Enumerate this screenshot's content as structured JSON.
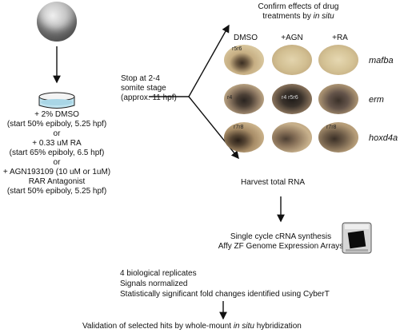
{
  "confirm_title_line1": "Confirm effects of drug",
  "confirm_title_line2_prefix": "treatments by ",
  "confirm_title_line2_italic": "in situ",
  "stop_line1": "Stop at 2-4",
  "stop_line2": "somite stage",
  "stop_line3": "(approx. 11 hpf)",
  "col_headers": [
    "DMSO",
    "+AGN",
    "+RA"
  ],
  "row_genes": [
    "mafba",
    "erm",
    "hoxd4a"
  ],
  "embryo_labels": {
    "r0c0": "r5r6",
    "r1c0": "r4",
    "r1c1": "r4  r5r6",
    "r2c0": "r7r8",
    "r2c2": "r7r8"
  },
  "treat_lines": [
    "+ 2% DMSO",
    "(start 50% epiboly, 5.25 hpf)",
    "or",
    "+ 0.33 uM RA",
    "(start 65% epiboly, 6.5 hpf)",
    "or",
    "+ AGN193109 (10 uM or 1uM)",
    "RAR Antagonist",
    "(start 50% epiboly, 5.25 hpf)"
  ],
  "harvest": "Harvest total RNA",
  "synth_line1": "Single cycle cRNA synthesis",
  "synth_line2": "Affy ZF Genome Expression Arrays",
  "stats_line1": "4 biological replicates",
  "stats_line2": "Signals normalized",
  "stats_line3": "Statistically significant fold changes identified using CyberT",
  "validation_prefix": "Validation of selected hits by whole-mount ",
  "validation_italic": "in situ",
  "validation_suffix": " hybridization"
}
